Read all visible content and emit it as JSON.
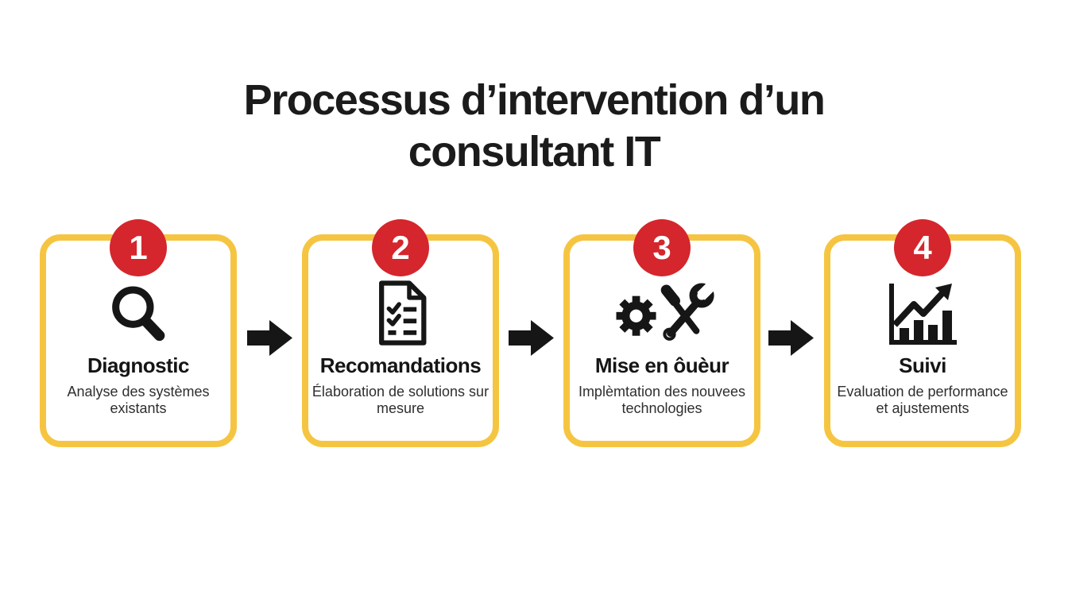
{
  "header": {
    "title_line1": "Processus d’intervention d’un",
    "title_line2": "consultant IT"
  },
  "colors": {
    "card_border_yellow": "#F5C542",
    "badge_red": "#D4262C",
    "icon_and_arrow_black": "#161616",
    "title_ink": "#1B1B1B"
  },
  "steps": [
    {
      "number": "1",
      "icon": "magnifier-icon",
      "title": "Diagnostic",
      "description": "Analyse des systèmes existants"
    },
    {
      "number": "2",
      "icon": "checklist-document-icon",
      "title": "Recomandations",
      "description": "Élaboration de solutions sur mesure"
    },
    {
      "number": "3",
      "icon": "gear-and-tools-icon",
      "title": "Mise en ôuèur",
      "description": "Implèmtation des nouvees technologies"
    },
    {
      "number": "4",
      "icon": "growth-chart-icon",
      "title": "Suivi",
      "description": "Evaluation de performance et ajustements"
    }
  ]
}
